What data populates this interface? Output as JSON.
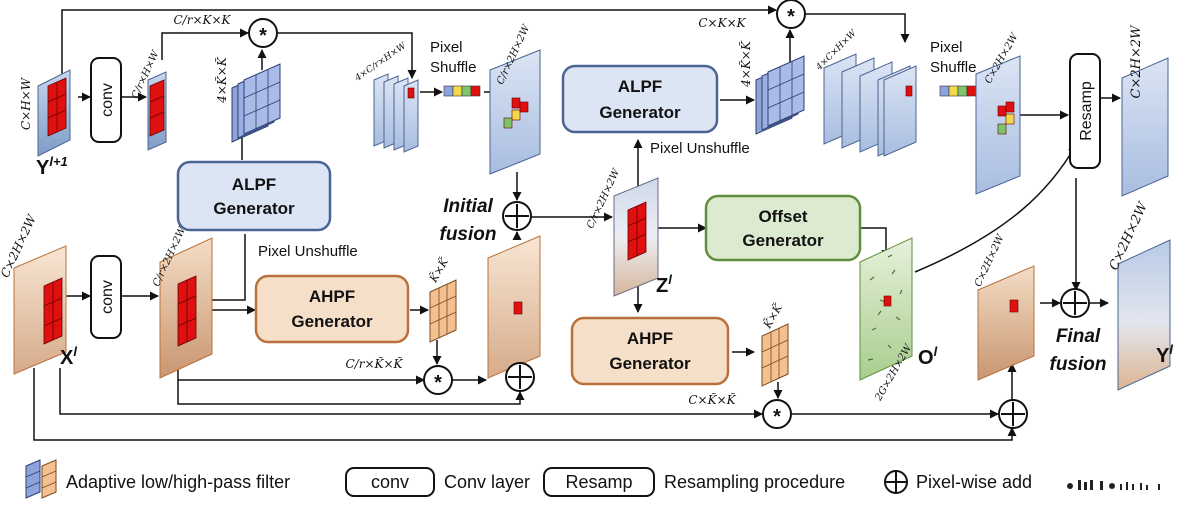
{
  "generators": {
    "alpf_top": {
      "line1": "ALPF",
      "line2": "Generator"
    },
    "alpf_left": {
      "line1": "ALPF",
      "line2": "Generator"
    },
    "ahpf_left": {
      "line1": "AHPF",
      "line2": "Generator"
    },
    "ahpf_mid": {
      "line1": "AHPF",
      "line2": "Generator"
    },
    "offset": {
      "line1": "Offset",
      "line2": "Generator"
    }
  },
  "ops": {
    "conv_top": "conv",
    "conv_bottom": "conv",
    "resamp": "Resamp",
    "pixel_shuffle_1_a": "Pixel",
    "pixel_shuffle_1_b": "Shuffle",
    "pixel_shuffle_2_a": "Pixel",
    "pixel_shuffle_2_b": "Shuffle",
    "pixel_unshuffle_1": "Pixel Unshuffle",
    "pixel_unshuffle_2": "Pixel Unshuffle",
    "mult_symbol": "*",
    "add_symbol": "+"
  },
  "variables": {
    "y_next": "Y",
    "y_next_sup": "l+1",
    "x": "X",
    "x_sup": "l",
    "z": "Z",
    "z_sup": "l",
    "o": "O",
    "o_sup": "l",
    "y_out": "Y",
    "y_out_sup": "l"
  },
  "captions": {
    "initial_1": "Initial",
    "initial_2": "fusion",
    "final_1": "Final",
    "final_2": "fusion"
  },
  "dims": {
    "y_in": "C×H×W",
    "y_conv": "C/r×H×W",
    "k_top": "C/r×K×K",
    "alpf_kernel_1": "4×K̃×K̃",
    "ps_in_1": "4×C/r×H×W",
    "ps_out_1": "C/r×2H×2W",
    "top_ckk": "C×K×K",
    "alpf_kernel_2": "4×K̃×K̃",
    "ps_in_2": "4×C×H×W",
    "ps_out_2": "C×2H×2W",
    "resamp_out": "C×2H×2W",
    "x_in": "C×2H×2W",
    "x_conv": "C/r×2H×2W",
    "ahpf_kernel_1": "K̃×K̃",
    "mult_left": "C/r×K̃×K̃",
    "z_dim": "C/r×2H×2W",
    "ahpf_kernel_2": "K̃×K̃",
    "mult_mid": "C×K̃×K̃",
    "offset_dim": "2G×2H×2W",
    "hp_dim": "C×2H×2W",
    "out_dim": "C×2H×2W"
  },
  "legend": {
    "filter": "Adaptive low/high-pass filter",
    "conv_box": "conv",
    "conv_text": "Conv layer",
    "resamp_box": "Resamp",
    "resamp_text": "Resampling procedure",
    "add_text": "Pixel-wise add"
  },
  "colors": {
    "blue_fill": "#d4e0f2",
    "blue_border": "#4a6494",
    "orange_fill": "#f6dfc8",
    "orange_border": "#b8713a",
    "green_fill": "#dcebd0",
    "green_border": "#5f8f3c",
    "red": "#e01010"
  }
}
